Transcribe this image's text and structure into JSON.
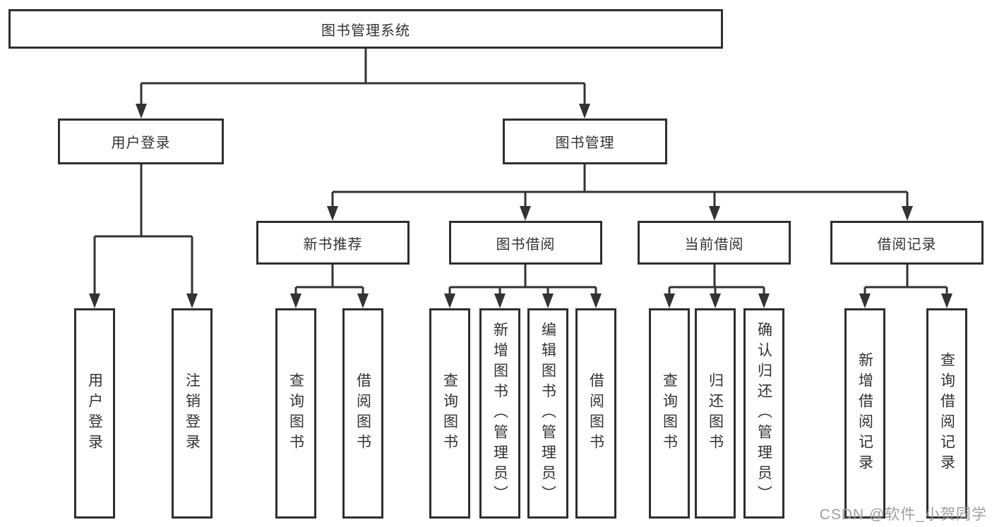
{
  "tree": {
    "label": "图书管理系统",
    "children": [
      {
        "label": "用户登录",
        "children": [
          {
            "label": "用户登录"
          },
          {
            "label": "注销登录"
          }
        ]
      },
      {
        "label": "图书管理",
        "children": [
          {
            "label": "新书推荐",
            "children": [
              {
                "label": "查询图书"
              },
              {
                "label": "借阅图书"
              }
            ]
          },
          {
            "label": "图书借阅",
            "children": [
              {
                "label": "查询图书"
              },
              {
                "label": "新增图书（管理员）"
              },
              {
                "label": "编辑图书（管理员）"
              },
              {
                "label": "借阅图书"
              }
            ]
          },
          {
            "label": "当前借阅",
            "children": [
              {
                "label": "查询图书"
              },
              {
                "label": "归还图书"
              },
              {
                "label": "确认归还（管理员）"
              }
            ]
          },
          {
            "label": "借阅记录",
            "children": [
              {
                "label": "新增借阅记录"
              },
              {
                "label": "查询借阅记录"
              }
            ]
          }
        ]
      }
    ]
  },
  "watermark": {
    "text": "CSDN @软件_小贺同学"
  },
  "colors": {
    "line": "#333333",
    "box_border": "#2f2f2f",
    "box_fill": "#ffffff",
    "text": "#333333",
    "watermark": "#9e9e9e",
    "background": "#ffffff"
  }
}
